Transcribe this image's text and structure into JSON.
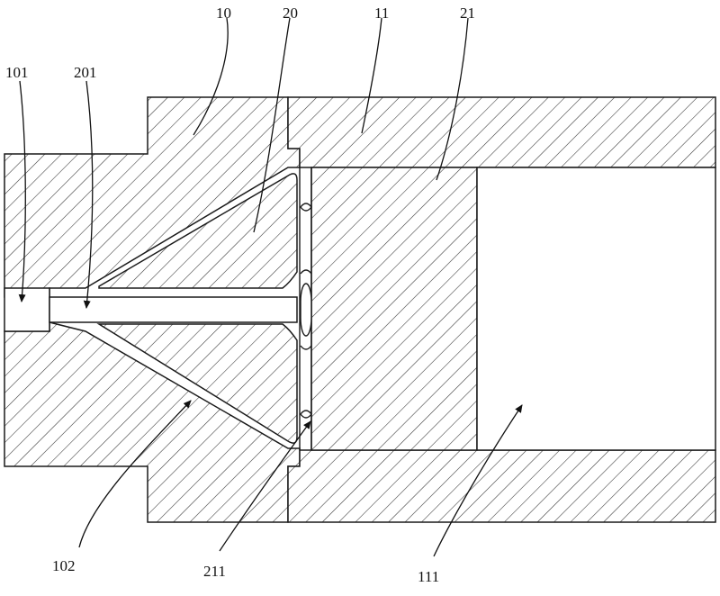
{
  "labels": {
    "l10": "10",
    "l20": "20",
    "l11": "11",
    "l21": "21",
    "l101": "101",
    "l201": "201",
    "l102": "102",
    "l211": "211",
    "l111": "111"
  },
  "colors": {
    "stroke": "#1a1a1a",
    "hatch": "#333333",
    "background": "#ffffff"
  }
}
